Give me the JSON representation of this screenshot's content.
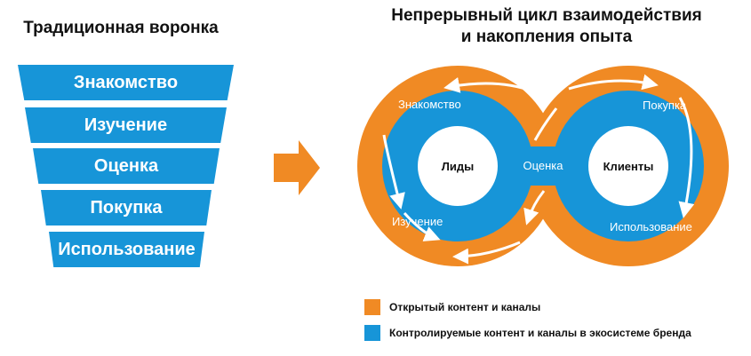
{
  "funnel": {
    "title": "Традиционная воронка",
    "stages": [
      "Знакомство",
      "Изучение",
      "Оценка",
      "Покупка",
      "Использование"
    ]
  },
  "cycle": {
    "title_line1": "Непрерывный цикл взаимодействия",
    "title_line2": "и накопления опыта",
    "left_center": "Лиды",
    "right_center": "Клиенты",
    "middle_label": "Оценка",
    "label_top_left": "Знакомство",
    "label_bottom_left": "Изучение",
    "label_top_right": "Покупка",
    "label_bottom_right": "Использование"
  },
  "legend": {
    "open": "Открытый контент и каналы",
    "controlled": "Контролируемые контент и каналы в экосистеме бренда"
  },
  "colors": {
    "blue": "#1795d8",
    "orange": "#f08a24",
    "arrow": "#f08a24"
  }
}
